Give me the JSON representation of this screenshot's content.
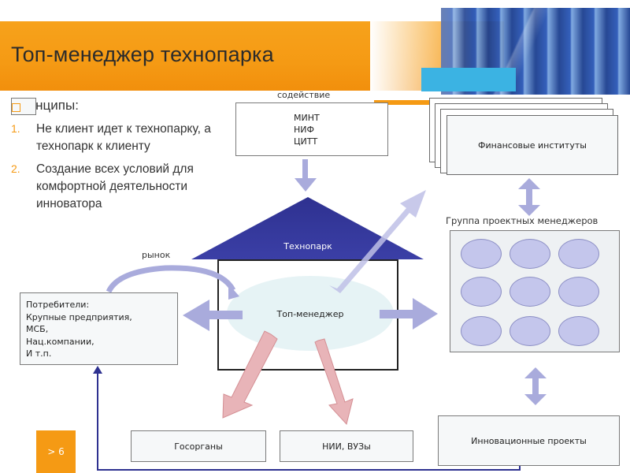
{
  "title": "Топ-менеджер технопарка",
  "principles": {
    "heading": "Принципы:",
    "items": [
      {
        "marker": "1.",
        "text": "Не клиент идет к технопарку, а технопарк к клиенту"
      },
      {
        "marker": "2.",
        "text": "Создание всех условий для комфортной деятельности инноватора"
      }
    ]
  },
  "support": {
    "label": "содействие",
    "lines": [
      "МИНТ",
      "НИФ",
      "ЦИТТ"
    ]
  },
  "finance": {
    "label": "Финансовые институты"
  },
  "pm_group": {
    "label": "Группа проектных менеджеров"
  },
  "technopark": {
    "label": "Технопарк"
  },
  "top_manager": {
    "label": "Топ-менеджер"
  },
  "market": {
    "label": "рынок"
  },
  "consumers": {
    "title": "Потребители:",
    "lines": [
      "Крупные предприятия,",
      "МСБ,",
      "Нац.компании,",
      "И т.п."
    ]
  },
  "gov": {
    "label": "Госорганы"
  },
  "research": {
    "label": "НИИ, ВУЗы"
  },
  "innovation": {
    "label": "Инновационные проекты"
  },
  "footer": {
    "slide_tag": "> 6"
  },
  "colors": {
    "orange": "#f59a14",
    "navy_roof": "#2e3190",
    "arrow_lavender": "#a9abdc",
    "arrow_pink": "#e8b4b8",
    "ellipse": "#e6f3f5"
  }
}
